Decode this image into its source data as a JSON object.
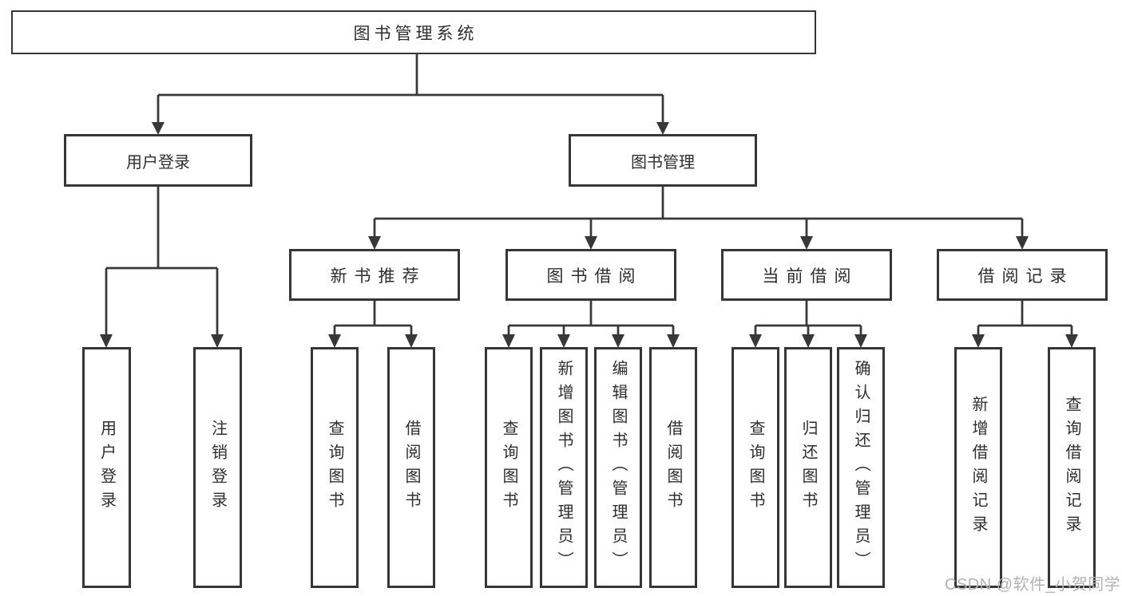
{
  "colors": {
    "line": "#383838",
    "box_border": "#363636",
    "text": "#2e2e2e",
    "watermark": "#b3b3b3",
    "background": "#ffffff"
  },
  "diagram": {
    "root": {
      "label": "图书管理系统"
    },
    "level2": [
      {
        "label": "用户登录"
      },
      {
        "label": "图书管理"
      }
    ],
    "level3": [
      {
        "label": "新书推荐"
      },
      {
        "label": "图书借阅"
      },
      {
        "label": "当前借阅"
      },
      {
        "label": "借阅记录"
      }
    ],
    "leaves": {
      "user_login": [
        {
          "label": "用户登录"
        },
        {
          "label": "注销登录"
        }
      ],
      "new_book": [
        {
          "label": "查询图书"
        },
        {
          "label": "借阅图书"
        }
      ],
      "book_borrow": [
        {
          "label": "查询图书"
        },
        {
          "label": "新增图书（管理员）"
        },
        {
          "label": "编辑图书（管理员）"
        },
        {
          "label": "借阅图书"
        }
      ],
      "current_borrow": [
        {
          "label": "查询图书"
        },
        {
          "label": "归还图书"
        },
        {
          "label": "确认归还（管理员）"
        }
      ],
      "borrow_record": [
        {
          "label": "新增借阅记录"
        },
        {
          "label": "查询借阅记录"
        }
      ]
    }
  },
  "watermark": {
    "text": "CSDN @软件_小贺同学"
  }
}
